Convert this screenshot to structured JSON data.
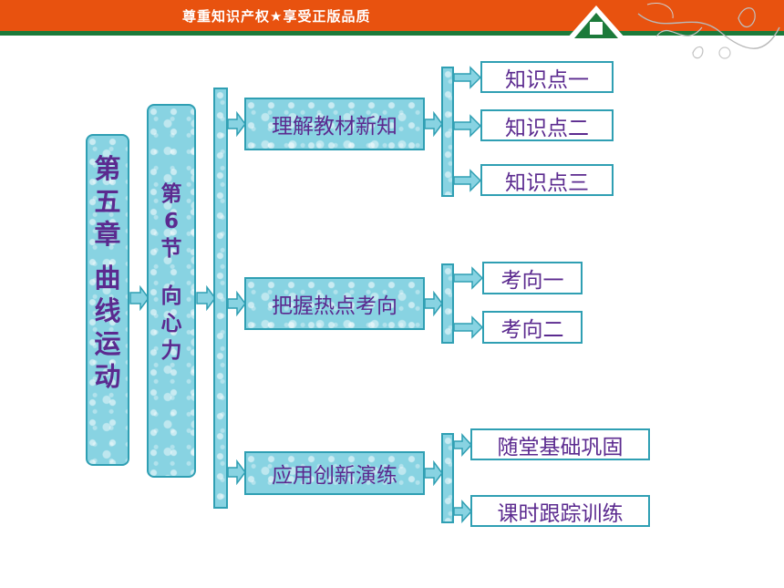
{
  "header": {
    "slogan": "尊重知识产权★享受正版品质",
    "brand_color": "#e8520f",
    "line_color": "#1c7a3a"
  },
  "chapter": {
    "chars": [
      "第",
      "五",
      "章",
      "曲",
      "线",
      "运",
      "动"
    ]
  },
  "section": {
    "chars": [
      "第",
      "6",
      "节",
      "向",
      "心",
      "力"
    ]
  },
  "branches": [
    {
      "label": "理解教材新知",
      "children": [
        "知识点一",
        "知识点二",
        "知识点三"
      ]
    },
    {
      "label": "把握热点考向",
      "children": [
        "考向一",
        "考向二"
      ]
    },
    {
      "label": "应用创新演练",
      "children": [
        "随堂基础巩固",
        "课时跟踪训练"
      ]
    }
  ],
  "colors": {
    "box_fill": "#88d3e2",
    "box_border": "#2f9fb3",
    "text": "#5b2a8f"
  }
}
